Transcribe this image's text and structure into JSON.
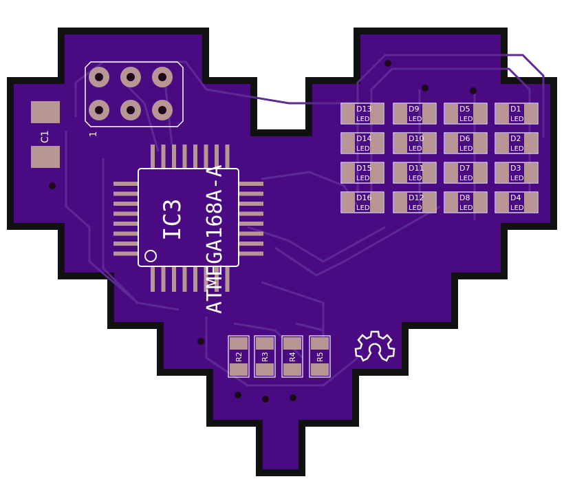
{
  "board": {
    "colors": {
      "background": "#ffffff",
      "outline": "#111111",
      "board_fill": "#4a0b82",
      "trace": "#5d2a95",
      "pad": "#b89696",
      "silkscreen": "#ffffff",
      "drill": "#1a0a1a"
    },
    "header": {
      "pin1_label": "1"
    },
    "capacitor": {
      "label": "C1"
    },
    "chip": {
      "ref": "IC3",
      "part": "ATMEGA168A-A"
    },
    "leds": [
      {
        "ref": "D13",
        "type": "LED"
      },
      {
        "ref": "D9",
        "type": "LED"
      },
      {
        "ref": "D5",
        "type": "LED"
      },
      {
        "ref": "D1",
        "type": "LED"
      },
      {
        "ref": "D14",
        "type": "LED"
      },
      {
        "ref": "D10",
        "type": "LED"
      },
      {
        "ref": "D6",
        "type": "LED"
      },
      {
        "ref": "D2",
        "type": "LED"
      },
      {
        "ref": "D15",
        "type": "LED"
      },
      {
        "ref": "D11",
        "type": "LED"
      },
      {
        "ref": "D7",
        "type": "LED"
      },
      {
        "ref": "D3",
        "type": "LED"
      },
      {
        "ref": "D16",
        "type": "LED"
      },
      {
        "ref": "D12",
        "type": "LED"
      },
      {
        "ref": "D8",
        "type": "LED"
      },
      {
        "ref": "D4",
        "type": "LED"
      }
    ],
    "resistors": [
      {
        "ref": "R2"
      },
      {
        "ref": "R3"
      },
      {
        "ref": "R4"
      },
      {
        "ref": "R5"
      }
    ],
    "logo_icon": "gear-icon"
  }
}
